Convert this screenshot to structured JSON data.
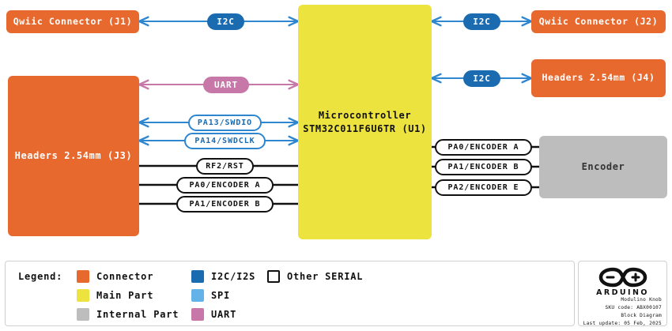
{
  "diagram": {
    "title": "Modulino Knob Block Diagram",
    "blocks": [
      {
        "id": "j1",
        "label": "Qwiic Connector (J1)",
        "kind": "connector",
        "color": "#E8692E"
      },
      {
        "id": "j3",
        "label": "Headers 2.54mm (J3)",
        "kind": "connector",
        "color": "#E8692E"
      },
      {
        "id": "mcu",
        "label": "Microcontroller",
        "label2": "STM32C011F6U6TR (U1)",
        "kind": "main-part",
        "color": "#EDE33F"
      },
      {
        "id": "j2",
        "label": "Qwiic Connector (J2)",
        "kind": "connector",
        "color": "#E8692E"
      },
      {
        "id": "j4",
        "label": "Headers 2.54mm (J4)",
        "kind": "connector",
        "color": "#E8692E"
      },
      {
        "id": "enc",
        "label": "Encoder",
        "kind": "internal-part",
        "color": "#BDBDBD"
      }
    ],
    "signals": [
      {
        "id": "s1",
        "label": "I2C",
        "bus": "i2c",
        "from": "j1",
        "to": "mcu",
        "arrows": "both"
      },
      {
        "id": "s2",
        "label": "I2C",
        "bus": "i2c",
        "from": "mcu",
        "to": "j2",
        "arrows": "both"
      },
      {
        "id": "s3",
        "label": "I2C",
        "bus": "i2c",
        "from": "mcu",
        "to": "j4",
        "arrows": "both"
      },
      {
        "id": "s4",
        "label": "UART",
        "bus": "uart",
        "from": "j3",
        "to": "mcu",
        "arrows": "both"
      },
      {
        "id": "s5",
        "label": "PA13/SWDIO",
        "bus": "spi",
        "from": "j3",
        "to": "mcu",
        "arrows": "both"
      },
      {
        "id": "s6",
        "label": "PA14/SWDCLK",
        "bus": "spi",
        "from": "j3",
        "to": "mcu",
        "arrows": "both"
      },
      {
        "id": "s7",
        "label": "RF2/RST",
        "bus": "serial",
        "from": "j3",
        "to": "mcu",
        "arrows": "none"
      },
      {
        "id": "s8",
        "label": "PA0/ENCODER A",
        "bus": "serial",
        "from": "j3",
        "to": "mcu",
        "arrows": "none"
      },
      {
        "id": "s9",
        "label": "PA1/ENCODER B",
        "bus": "serial",
        "from": "j3",
        "to": "mcu",
        "arrows": "none"
      },
      {
        "id": "s10",
        "label": "PA0/ENCODER A",
        "bus": "serial",
        "from": "mcu",
        "to": "enc",
        "arrows": "none"
      },
      {
        "id": "s11",
        "label": "PA1/ENCODER B",
        "bus": "serial",
        "from": "mcu",
        "to": "enc",
        "arrows": "none"
      },
      {
        "id": "s12",
        "label": "PA2/ENCODER E",
        "bus": "serial",
        "from": "mcu",
        "to": "enc",
        "arrows": "none"
      }
    ]
  },
  "legend": {
    "title": "Legend:",
    "items": [
      {
        "label": "Connector",
        "color": "#E8692E",
        "style": "filled"
      },
      {
        "label": "Main Part",
        "color": "#EDE33F",
        "style": "filled"
      },
      {
        "label": "Internal Part",
        "color": "#BDBDBD",
        "style": "filled"
      },
      {
        "label": "I2C/I2S",
        "color": "#1A6BB0",
        "style": "filled"
      },
      {
        "label": "SPI",
        "color": "#63B3E8",
        "style": "filled"
      },
      {
        "label": "UART",
        "color": "#C777A8",
        "style": "filled"
      },
      {
        "label": "Other SERIAL",
        "color": "#FFFFFF",
        "style": "outline"
      }
    ]
  },
  "brand": {
    "wordmark": "ARDUINO",
    "logo_icon": "arduino-infinity-logo",
    "meta": [
      "Modulino Knob",
      "SKU code: ABX00107",
      "Block Diagram",
      "Last update: 05 Feb, 2025"
    ]
  }
}
